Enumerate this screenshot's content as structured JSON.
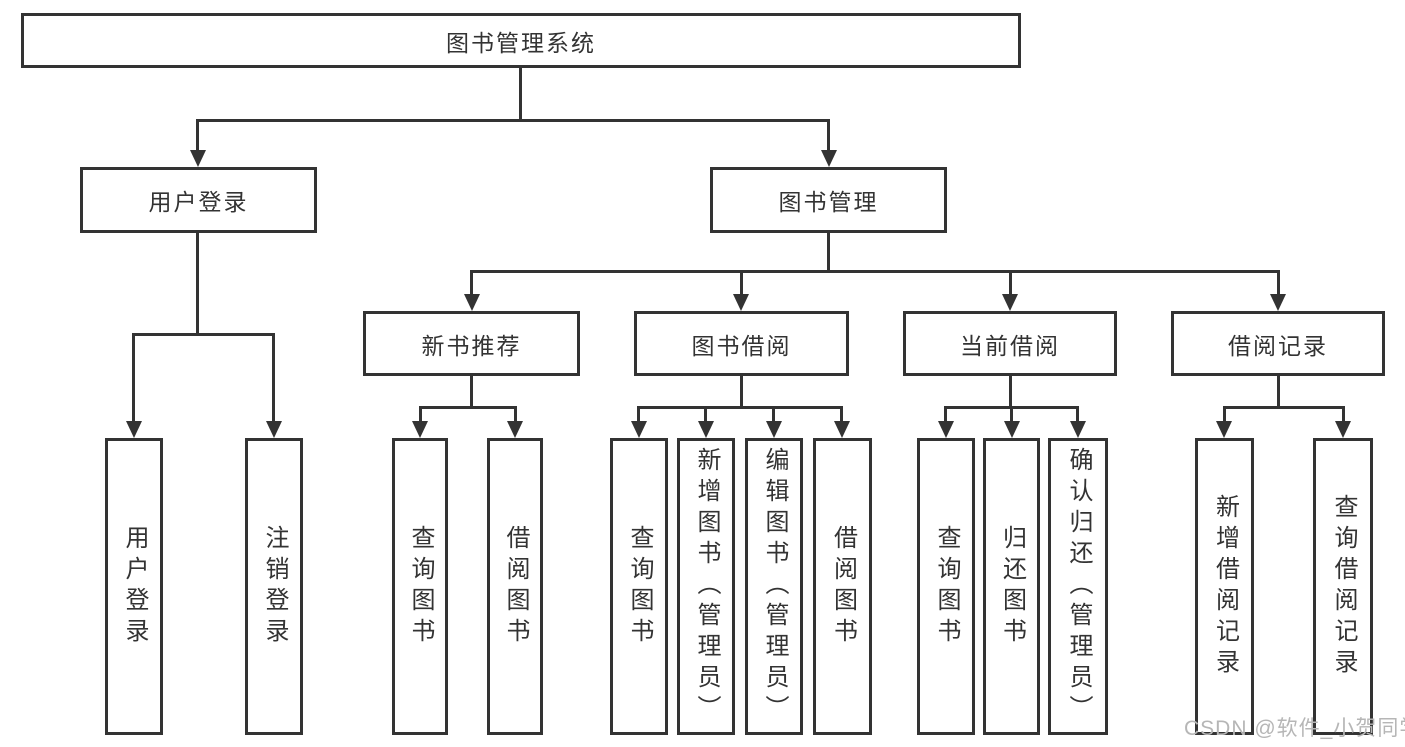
{
  "diagram": {
    "root": {
      "label": "图书管理系统"
    },
    "user_login": {
      "label": "用户登录",
      "children": {
        "login": {
          "label": "用户登录"
        },
        "logout": {
          "label": "注销登录"
        }
      }
    },
    "book_mgmt": {
      "label": "图书管理",
      "new_book_rec": {
        "label": "新书推荐",
        "children": {
          "query_book": {
            "label": "查询图书"
          },
          "borrow_book": {
            "label": "借阅图书"
          }
        }
      },
      "book_borrow": {
        "label": "图书借阅",
        "children": {
          "query_book": {
            "label": "查询图书"
          },
          "add_book": {
            "label": "新增图书（管理员）"
          },
          "edit_book": {
            "label": "编辑图书（管理员）"
          },
          "borrow_book": {
            "label": "借阅图书"
          }
        }
      },
      "current_borrow": {
        "label": "当前借阅",
        "children": {
          "query_book": {
            "label": "查询图书"
          },
          "return_book": {
            "label": "归还图书"
          },
          "confirm_return": {
            "label": "确认归还（管理员）"
          }
        }
      },
      "borrow_record": {
        "label": "借阅记录",
        "children": {
          "add_record": {
            "label": "新增借阅记录"
          },
          "query_record": {
            "label": "查询借阅记录"
          }
        }
      }
    }
  },
  "watermark": {
    "text": "CSDN @软件_小贺同学"
  },
  "colors": {
    "line": "#333333",
    "text": "#333333",
    "watermark": "#b6b6b6"
  }
}
